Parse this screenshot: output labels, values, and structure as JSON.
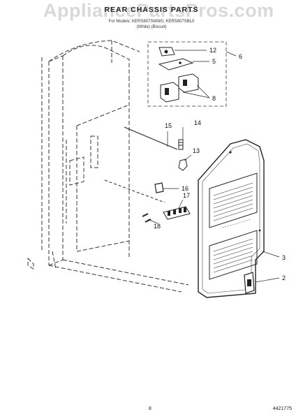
{
  "header": {
    "watermark": "AppliancePartsPros.com",
    "title": "REAR CHASSIS PARTS",
    "model_line": "For Models: KERS807SWW0, KERS807SBL0",
    "color_line": "(White)          (Biscuit)"
  },
  "footer": {
    "page_number": "8",
    "diagram_code": "4421775"
  },
  "callouts": [
    "12",
    "5",
    "6",
    "8",
    "15",
    "14",
    "13",
    "16",
    "17",
    "18",
    "3",
    "2"
  ],
  "colors": {
    "line": "#222222",
    "watermark": "#8c8c8c",
    "background": "#ffffff"
  }
}
